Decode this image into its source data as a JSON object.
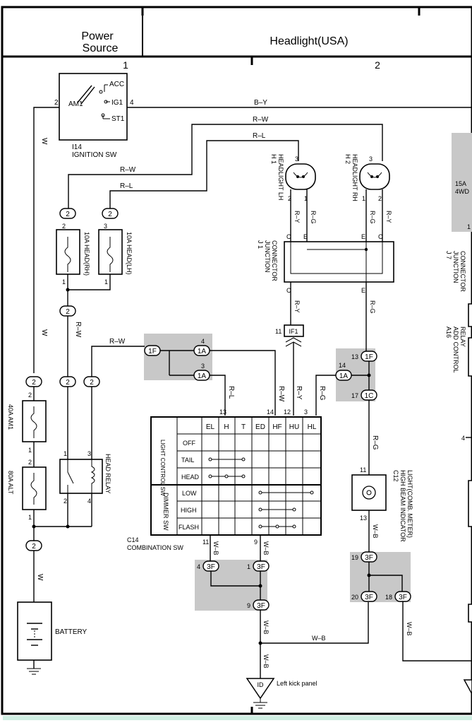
{
  "header": {
    "power_source_l1": "Power",
    "power_source_l2": "Source",
    "headlight_title": "Headlight(USA)",
    "section_1": "1",
    "section_2": "2"
  },
  "ignition": {
    "id": "I14",
    "name": "IGNITION SW",
    "pin_am1": "AM1",
    "pin_acc": "ACC",
    "pin_ig1": "IG1",
    "pin_st1": "ST1",
    "num_left": "2",
    "num_right": "4"
  },
  "wires": {
    "by": "B–Y",
    "rw": "R–W",
    "rl": "R–L",
    "w": "W",
    "ry": "R–Y",
    "rg": "R–G",
    "wb": "W–B"
  },
  "fuses": {
    "head_rh": "10A HEAD(RH)",
    "head_lh": "10A HEAD(LH)",
    "am1": "40A AM1",
    "alt": "80A ALT",
    "fuse_15a": "15A",
    "fuse_4wd": "4WD"
  },
  "headlights": {
    "lh_id": "H 1",
    "lh_name": "HEADLIGHT LH",
    "rh_id": "H 2",
    "rh_name": "HEADLIGHT RH"
  },
  "junction": {
    "id": "J 1",
    "name1": "JUNCTION",
    "name2": "CONNECTOR",
    "c": "C",
    "e": "E",
    "right_id": "J 7",
    "right_name1": "JUNCTION",
    "right_name2": "CONNECTOR"
  },
  "connectors": {
    "c1F": "1F",
    "c1A": "1A",
    "c1C": "1C",
    "c3F": "3F",
    "c2": "2",
    "if1": "IF1"
  },
  "relay": {
    "name": "HEAD RELAY",
    "add_control_id": "A16",
    "add_control_name1": "ADD CONTROL",
    "add_control_name2": "RELAY"
  },
  "combo_sw": {
    "id": "C14",
    "name": "COMBINATION SW",
    "columns": [
      "EL",
      "H",
      "T",
      "ED",
      "HF",
      "HU",
      "HL"
    ],
    "pin_nums": [
      "13",
      "14",
      "12",
      "3"
    ],
    "group1": "LIGHT CONTROL SW",
    "group2": "DIMMER SW",
    "rows1": [
      "OFF",
      "TAIL",
      "HEAD"
    ],
    "rows2": [
      "LOW",
      "HIGH",
      "FLASH"
    ],
    "bottom_pins": [
      "11",
      "9"
    ]
  },
  "indicator": {
    "id": "C12",
    "name1": "HIGH BEAM INDICATOR",
    "name2": "LIGHT(COMB. METER)"
  },
  "battery": {
    "name": "BATTERY"
  },
  "ground": {
    "id": "ID",
    "name": "Left kick panel"
  },
  "numbers": {
    "n1": "1",
    "n2": "2",
    "n3": "3",
    "n4": "4",
    "n9": "9",
    "n11": "11",
    "n12": "12",
    "n13": "13",
    "n14": "14",
    "n17": "17",
    "n18": "18",
    "n19": "19",
    "n20": "20"
  }
}
